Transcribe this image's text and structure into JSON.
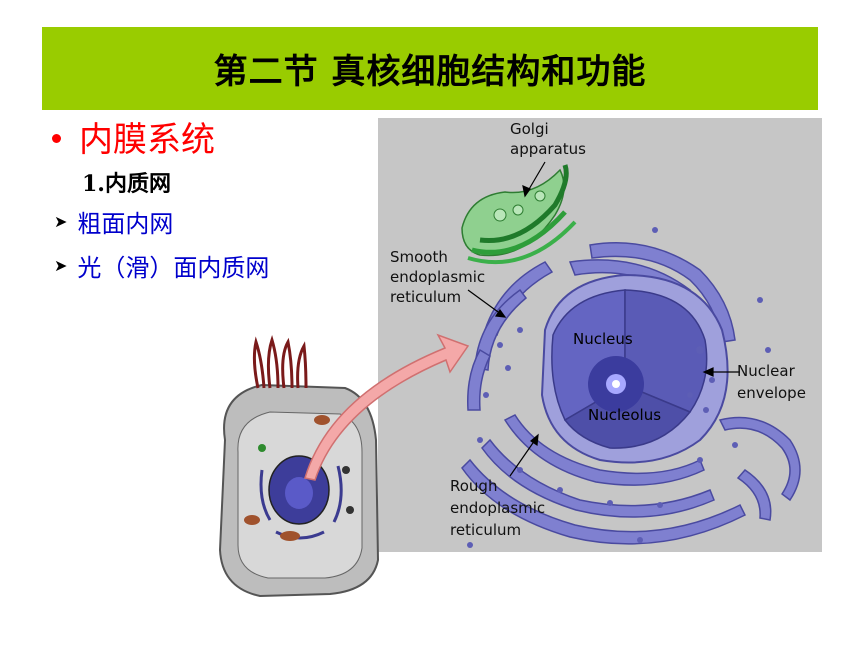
{
  "title": "第二节 真核细胞结构和功能",
  "main_bullet": "内膜系统",
  "sub_heading": "1.内质网",
  "items": [
    {
      "label": "粗面内网"
    },
    {
      "label": "光（滑）面内质网"
    }
  ],
  "diagram": {
    "labels": {
      "golgi": [
        "Golgi",
        "apparatus"
      ],
      "smooth_er": [
        "Smooth",
        "endoplasmic",
        "reticulum"
      ],
      "nucleus": "Nucleus",
      "nucleolus": "Nucleolus",
      "nuclear_envelope": [
        "Nuclear",
        "envelope"
      ],
      "rough_er": [
        "Rough",
        "endoplasmic",
        "reticulum"
      ]
    },
    "colors": {
      "title_bg": "#99cc00",
      "panel_bg": "#c6c6c6",
      "er_fill": "#7f80d0",
      "nucleus_fill": "#5656b0",
      "golgi_fill": "#2e9e3a",
      "arrow_fill": "#f4a8a8",
      "accent_red": "#ff0000",
      "accent_blue": "#0000cc"
    }
  }
}
